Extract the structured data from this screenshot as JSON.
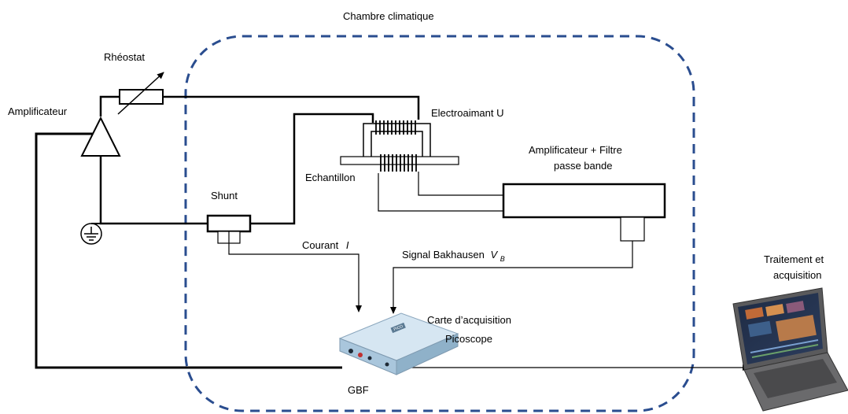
{
  "labels": {
    "chamber": "Chambre climatique",
    "rheostat": "Rhéostat",
    "amplifier": "Amplificateur",
    "electromagnet": "Electroaimant U",
    "amp_filter_line1": "Amplificateur + Filtre",
    "amp_filter_line2": "passe bande",
    "sample": "Echantillon",
    "shunt": "Shunt",
    "current": "Courant",
    "current_symbol": "I",
    "signal": "Signal Bakhausen",
    "signal_symbol": "V",
    "signal_subscript": "B",
    "card_line1": "Carte d’acquisition",
    "card_line2": "Picoscope",
    "processing_line1": "Traitement et",
    "processing_line2": "acquisition",
    "gbf": "GBF",
    "device_brand": "PICO"
  },
  "colors": {
    "chamber_border": "#2a4d8f",
    "wire": "#000000",
    "device_body": "#a9c6dc",
    "device_top": "#d6e6f2",
    "laptop_body": "#5a5a5c"
  }
}
